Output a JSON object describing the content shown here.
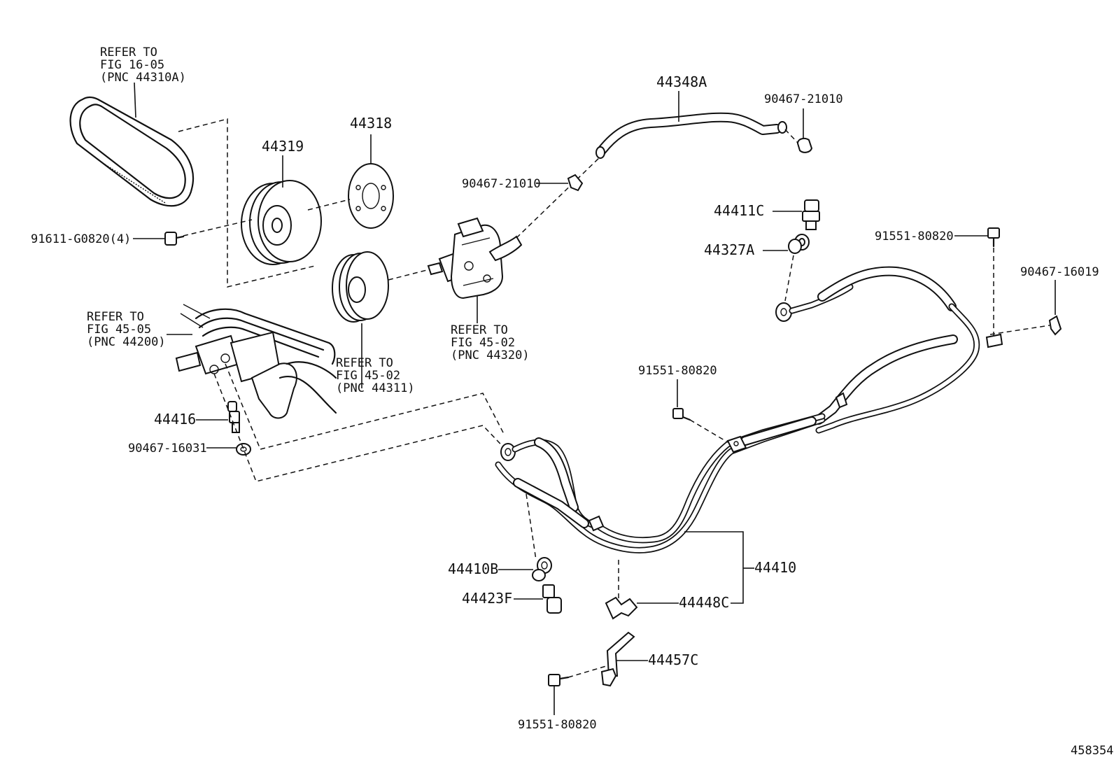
{
  "labels": {
    "refer_belt_1": "REFER TO",
    "refer_belt_2": "FIG 16-05",
    "refer_belt_3": "(PNC 44310A)",
    "p44319": "44319",
    "p44318": "44318",
    "p91611": "91611-G0820(4)",
    "p44348A": "44348A",
    "p90467_top": "90467-21010",
    "p90467_mid": "90467-21010",
    "p44411C": "44411C",
    "p44327A": "44327A",
    "p91551_right": "91551-80820",
    "p90467_16019": "90467-16019",
    "refer_gear_1": "REFER TO",
    "refer_gear_2": "FIG 45-05",
    "refer_gear_3": "(PNC 44200)",
    "refer_pump_1": "REFER TO",
    "refer_pump_2": "FIG 45-02",
    "refer_pump_3": "(PNC 44320)",
    "refer_pulley_1": "REFER TO",
    "refer_pulley_2": "FIG 45-02",
    "refer_pulley_3": "(PNC 44311)",
    "p44416": "44416",
    "p90467_16031": "90467-16031",
    "p91551_mid": "91551-80820",
    "p44410B": "44410B",
    "p44423F": "44423F",
    "p44410": "44410",
    "p44448C": "44448C",
    "p44457C": "44457C",
    "p91551_bottom": "91551-80820",
    "diagram_id": "458354"
  }
}
